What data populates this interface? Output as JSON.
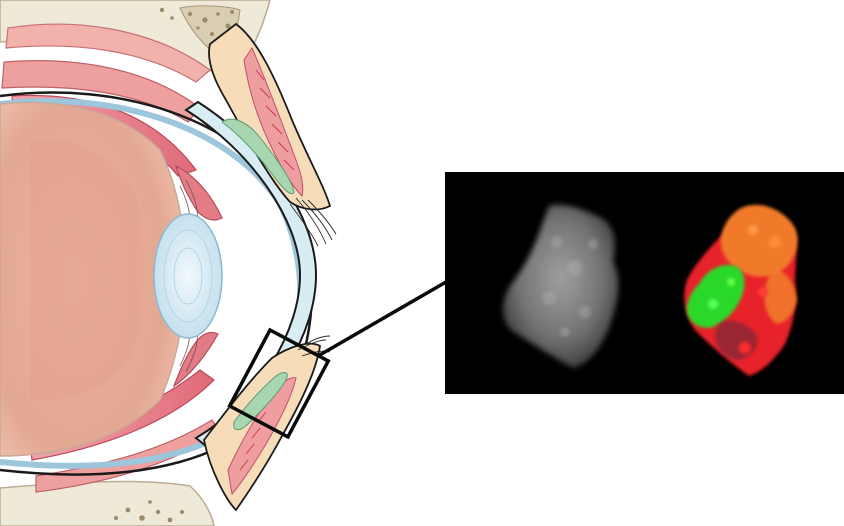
{
  "figure": {
    "colors": {
      "vitreous": "#e6ab96",
      "vitreous_edge": "#caa89a",
      "cornea_sclera": "#d8ecf4",
      "sclera_outline": "#1a1a1a",
      "lens": "#cfe6f2",
      "muscle": "#e7828a",
      "muscle_dark": "#c94a5c",
      "gland": "#a8d6b0",
      "skin": "#f6dcb8",
      "bone": "#efe9d8",
      "bone_dots": "#b9a88c",
      "panel_background": "#000000",
      "scan_gray": "#8a8a8a",
      "scan_orange": "#f07a2a",
      "scan_green": "#2ad82a",
      "scan_red": "#e8232a"
    },
    "icons": {
      "eye_cross_section": "eye-cross-section-illustration",
      "zoom_box": "magnification-box-icon",
      "connector": "leader-line-icon",
      "grayscale_scan": "grayscale-3d-render",
      "color_scan": "multichannel-3d-render"
    }
  }
}
